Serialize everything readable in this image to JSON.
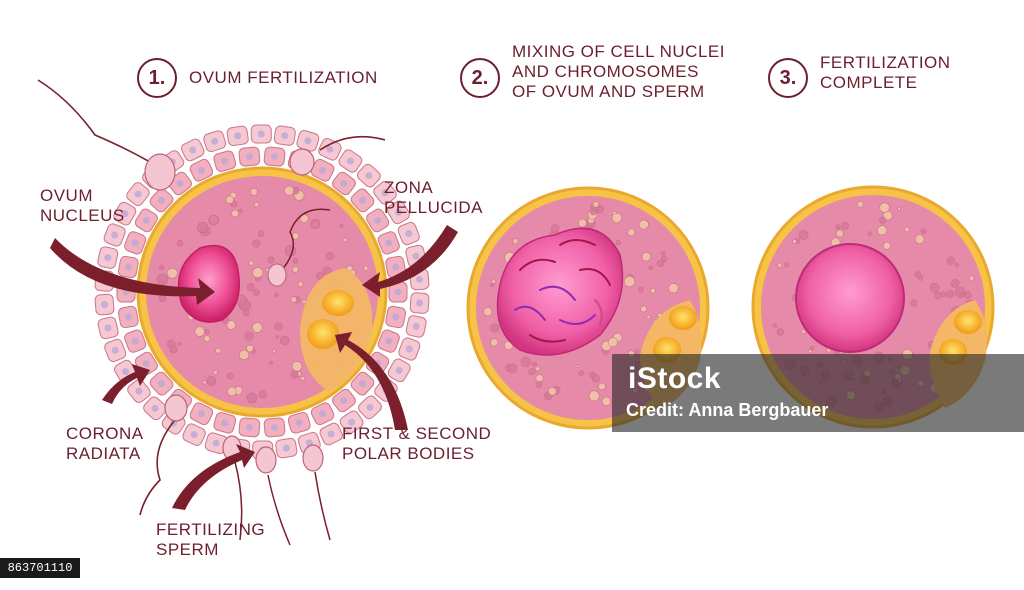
{
  "steps": [
    {
      "number": "1.",
      "text": "OVUM FERTILIZATION"
    },
    {
      "number": "2.",
      "text": "MIXING OF CELL NUCLEI\nAND CHROMOSOMES\nOF OVUM AND SPERM"
    },
    {
      "number": "3.",
      "text": "FERTILIZATION\nCOMPLETE"
    }
  ],
  "labels": {
    "ovum_nucleus": "OVUM\nNUCLEUS",
    "zona_pellucida": "ZONA\nPELLUCIDA",
    "corona_radiata": "CORONA\nRADIATA",
    "polar_bodies": "FIRST & SECOND\nPOLAR BODIES",
    "fertilizing_sperm": "FERTILIZING\nSPERM"
  },
  "watermark": {
    "brand": "iStock",
    "credit": "Credit: Anna Bergbauer"
  },
  "stock_id": "863701110",
  "colors": {
    "text": "#6b1f2e",
    "cytoplasm": "#e58aa8",
    "zona": "#f3c24a",
    "corona_cell": "#f2b9c4",
    "nucleus": "#e8357f",
    "polar_body": "#f5a623",
    "arrow": "#7a1f2b"
  }
}
